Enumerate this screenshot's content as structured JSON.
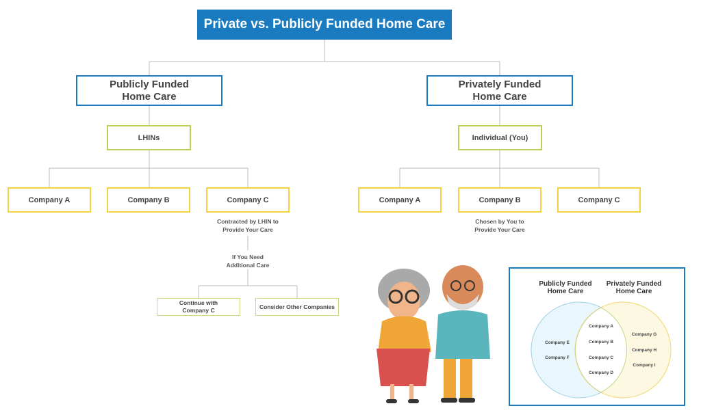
{
  "title": "Private vs. Publicly Funded Home Care",
  "public": {
    "label_line1": "Publicly Funded",
    "label_line2": "Home Care",
    "agency": "LHINs",
    "companies": [
      "Company A",
      "Company B",
      "Company C"
    ],
    "note_line1": "Contracted by LHIN to",
    "note_line2": "Provide Your Care",
    "need_line1": "If You Need",
    "need_line2": "Additional Care",
    "option1_line1": "Continue with",
    "option1_line2": "Company C",
    "option2": "Consider Other Companies"
  },
  "private": {
    "label_line1": "Privately Funded",
    "label_line2": "Home Care",
    "agency": "Individual (You)",
    "companies": [
      "Company A",
      "Company B",
      "Company C"
    ],
    "note_line1": "Chosen by You to",
    "note_line2": "Provide Your Care"
  },
  "venn": {
    "left_line1": "Publicly Funded",
    "left_line2": "Home Care",
    "right_line1": "Privately Funded",
    "right_line2": "Home Care",
    "left_only": [
      "Company E",
      "Company F"
    ],
    "both": [
      "Company A",
      "Company B",
      "Company C",
      "Company D"
    ],
    "right_only": [
      "Company G",
      "Company H",
      "Company I"
    ]
  },
  "colors": {
    "blue": "#1a7bc1",
    "green": "#b9cf5a",
    "yellow": "#f5d340"
  }
}
